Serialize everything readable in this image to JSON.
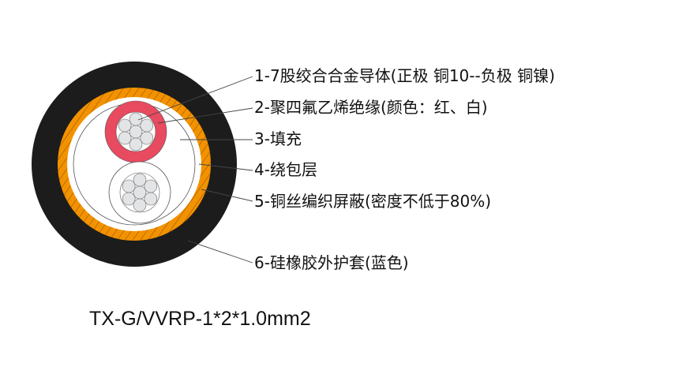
{
  "labels": [
    "1-7股绞合合金导体(正极 铜10--负极 铜镍)",
    "2-聚四氟乙烯绝缘(颜色：红、白)",
    "3-填充",
    "4-绕包层",
    "5-铜丝编织屏蔽(密度不低于80%)",
    "6-硅橡胶外护套(蓝色)"
  ],
  "model": "TX-G/VVRP-1*2*1.0mm2",
  "colors": {
    "jacket": "#1c1c1c",
    "braid": "#f39200",
    "insulation_red": "#e84a5f",
    "insulation_white": "#ffffff",
    "strand": "#e3e4e6"
  }
}
